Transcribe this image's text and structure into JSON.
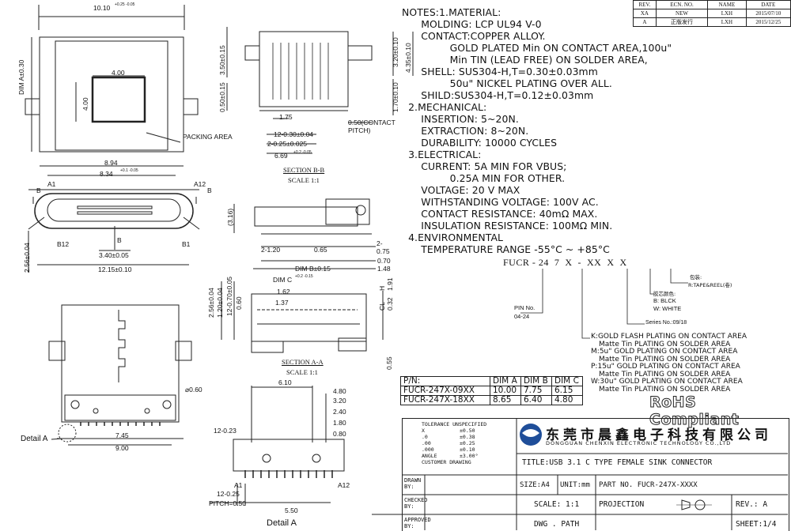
{
  "revision_table": {
    "headers": [
      "REV.",
      "ECN. NO.",
      "NAME",
      "DATE"
    ],
    "rows": [
      [
        "XA",
        "NEW",
        "LXH",
        "2015/07/10"
      ],
      [
        "A",
        "正版发行",
        "LXH",
        "2015/12/25"
      ]
    ]
  },
  "notes": [
    "NOTES:1.MATERIAL:",
    "      MOLDING: LCP UL94 V-0",
    "      CONTACT:COPPER ALLOY.",
    "               GOLD PLATED Min ON CONTACT AREA,100u\"",
    "               Min TIN (LEAD FREE) ON SOLDER AREA,",
    "      SHELL: SUS304-H,T=0.30±0.03mm",
    "               50u\" NICKEL PLATING OVER ALL.",
    "      SHILD:SUS304-H,T=0.12±0.03mm",
    "  2.MECHANICAL:",
    "      INSERTION: 5~20N.",
    "      EXTRACTION: 8~20N.",
    "      DURABILITY: 10000 CYCLES",
    "  3.ELECTRICAL:",
    "      CURRENT: 5A MIN FOR VBUS;",
    "               0.25A MIN FOR OTHER.",
    "      VOLTAGE: 20 V MAX",
    "      WITHSTANDING VOLTAGE: 100V AC.",
    "      CONTACT RESISTANCE: 40mΩ MAX.",
    "      INSULATION RESISTANCE: 100MΩ MIN.",
    "  4.ENVIRONMENTAL",
    "      TEMPERATURE RANGE -55°C ~ +85°C"
  ],
  "ordering": {
    "code": "FUCR - 24  7  X  -  XX  X  X",
    "pin_label": "PIN No.",
    "pin_values": "04-24",
    "series": "Series No.:09/18",
    "color_cn": "胶芯颜色:",
    "color_b": "B: BLCK",
    "color_w": "W: WHITE",
    "pack_cn": "包装:",
    "pack_r": "R:TAPE&REEL(卷)",
    "options": [
      [
        "K:",
        "GOLD FLASH PLATING ON CONTACT AREA",
        "Matte Tin PLATING ON SOLDER AREA"
      ],
      [
        "M:",
        "5u\" GOLD PLATING ON CONTACT AREA",
        "Matte Tin PLATING ON SOLDER AREA"
      ],
      [
        "P:",
        "15u\" GOLD PLATING ON CONTACT AREA",
        "Matte Tin PLATING ON SOLDER AREA"
      ],
      [
        "W:",
        "30u\" GOLD PLATING ON CONTACT AREA",
        "Matte Tin PLATING ON SOLDER AREA"
      ]
    ]
  },
  "dim_table": {
    "headers": [
      "P/N:",
      "DIM A",
      "DIM B",
      "DIM C"
    ],
    "rows": [
      [
        "FUCR-247X-09XX",
        "10.00",
        "7.75",
        "6.15"
      ],
      [
        "FUCR-247X-18XX",
        "8.65",
        "6.40",
        "4.80"
      ]
    ]
  },
  "rohs": "RoHS Compliant",
  "tolerance": {
    "title": "TOLERANCE UNSPECIFIED",
    "rows": [
      [
        "X",
        "±0.50"
      ],
      [
        ".0",
        "±0.38"
      ],
      [
        ".00",
        "±0.25"
      ],
      [
        ".000",
        "±0.10"
      ],
      [
        "ANGLE",
        "±3.00°"
      ]
    ],
    "custom": "CUSTOMER DRAWING"
  },
  "company": {
    "cn": "东莞市晨鑫电子科技有限公司",
    "en": "DONGGUAN CHENXIN ELECTRONIC TECHNOLOGY CO.,LTD"
  },
  "title_block": {
    "title": "TITLE:USB 3.1 C TYPE FEMALE SINK CONNECTOR",
    "drawn": "DRAWN BY:",
    "size": "SIZE:A4",
    "unit": "UNIT:mm",
    "part_no": "PART NO. FUCR-247X-XXXX",
    "checked": "CHECKED BY:",
    "scale": "SCALE: 1:1",
    "projection": "PROJECTION",
    "rev": "REV.: A",
    "approved": "APPROVED BY:",
    "dwg": "DWG . PATH",
    "sheet": "SHEET:1/4"
  },
  "drawing_labels": {
    "w_top": "10.10",
    "w_top_tol": "+0.25 -0.05",
    "dim_a": "DIM A±0.30",
    "pack_4_h": "4.00",
    "pack_4_v": "4.00",
    "packing_area": "PACKING AREA",
    "w_894": "8.94",
    "w_834": "8.34",
    "w_834_tol": "+0.1 -0.05",
    "a1": "A1",
    "a12": "A12",
    "b12": "B12",
    "b1": "B1",
    "b_left": "B",
    "b_right": "B",
    "b_mid": "B",
    "h_256": "2.56±0.04",
    "w_340": "3.40±0.05",
    "w_1215": "12.15±0.10",
    "sec_bb": "SECTION B-B",
    "sec_bb_scale": "SCALE 1:1",
    "v_350": "3.50±0.15",
    "v_050": "0.50±0.15",
    "v_320": "3.20±0.10",
    "v_435": "4.35±0.10",
    "v_170": "1.70±0.10",
    "w_175": "1.75",
    "pitch": "0.50(CONTACT PITCH)",
    "w_12": "12-0.30±0.04",
    "w_2": "2-0.25±0.025",
    "w_669": "6.69",
    "w_669_tol": "+0.2 -0.05",
    "v_316": "(3.16)",
    "s_2_120": "2-1.20",
    "s_065": "0.65",
    "s_2_075": "2-0.75",
    "s_070": "0.70",
    "s_dimb": "DIM B±0.15",
    "s_148": "1.48",
    "dim_c": "DIM C",
    "dim_c_tol": "+0.2 -0.15",
    "d_162": "1.62",
    "d_137": "1.37",
    "v_256": "2.56±0.04",
    "v_120": "1.20±0.04",
    "v_12_070": "12-0.70±0.05",
    "v_060": "0.60",
    "cl": "CL 0.32",
    "h191": "H 1.91",
    "v_055": "0.55",
    "sec_aa": "SECTION A-A",
    "sec_aa_scale": "SCALE 1:1",
    "d060": "⌀0.60",
    "w_745": "7.45",
    "w_900": "9.00",
    "detail_a": "Detail A",
    "w_610": "6.10",
    "r_480": "4.80",
    "r_320": "3.20",
    "r_240": "2.40",
    "r_180": "1.80",
    "r_080": "0.80",
    "r_12_023": "12-0.23",
    "r_12_025": "12-0.25",
    "r_pitch": "PITCH=0.50",
    "r_550": "5.50",
    "r_a1": "A1",
    "r_a12": "A12",
    "detail_a2": "Detail A"
  }
}
